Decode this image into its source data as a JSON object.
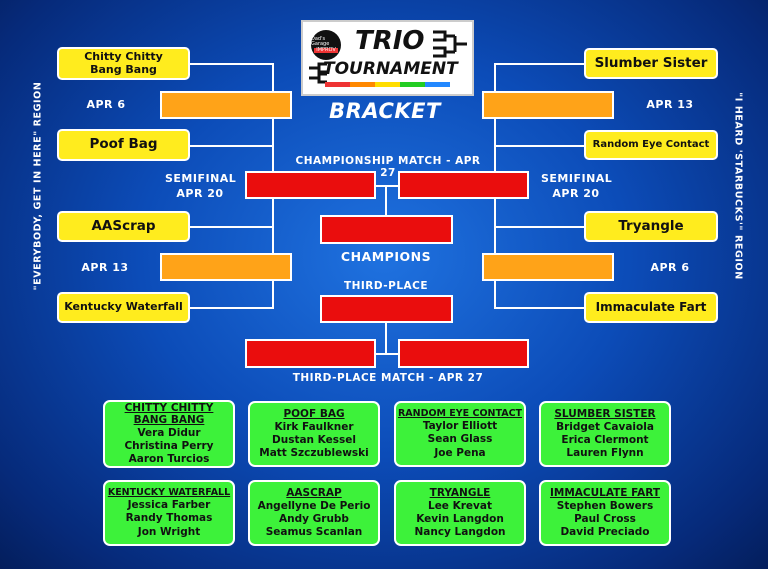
{
  "logo": {
    "line1": "TRIO",
    "line2": "TOURNAMENT",
    "badge_line1": "Dad's Garage",
    "badge_line2": "IMPROV"
  },
  "title": "BRACKET",
  "regions": {
    "left": "\"EVERYBODY, GET IN HERE\" REGION",
    "right": "\"I HEARD 'STARBUCKS'\" REGION"
  },
  "left_bracket": {
    "teams": [
      "Chitty Chitty Bang Bang",
      "Poof Bag",
      "AAScrap",
      "Kentucky Waterfall"
    ],
    "dates": [
      "APR 6",
      "APR 13"
    ]
  },
  "right_bracket": {
    "teams": [
      "Slumber Sister",
      "Random Eye Contact",
      "Tryangle",
      "Immaculate Fart"
    ],
    "dates": [
      "APR 13",
      "APR 6"
    ]
  },
  "semifinal": {
    "left": "SEMIFINAL\nAPR 20",
    "right": "SEMIFINAL\nAPR 20"
  },
  "labels": {
    "championship": "CHAMPIONSHIP MATCH - APR 27",
    "champions": "CHAMPIONS",
    "third_place": "THIRD-PLACE",
    "third_place_match": "THIRD-PLACE MATCH - APR 27"
  },
  "rosters": [
    {
      "team": "CHITTY CHITTY BANG BANG",
      "players": [
        "Vera Didur",
        "Christina Perry",
        "Aaron Turcios"
      ]
    },
    {
      "team": "POOF BAG",
      "players": [
        "Kirk Faulkner",
        "Dustan Kessel",
        "Matt Szczublewski"
      ]
    },
    {
      "team": "RANDOM EYE CONTACT",
      "players": [
        "Taylor Elliott",
        "Sean Glass",
        "Joe Pena"
      ]
    },
    {
      "team": "SLUMBER SISTER",
      "players": [
        "Bridget Cavaiola",
        "Erica Clermont",
        "Lauren Flynn"
      ]
    },
    {
      "team": "KENTUCKY WATERFALL",
      "players": [
        "Jessica Farber",
        "Randy Thomas",
        "Jon Wright"
      ]
    },
    {
      "team": "AASCRAP",
      "players": [
        "Angellyne De Perio",
        "Andy Grubb",
        "Seamus Scanlan"
      ]
    },
    {
      "team": "TRYANGLE",
      "players": [
        "Lee Krevat",
        "Kevin Langdon",
        "Nancy Langdon"
      ]
    },
    {
      "team": "IMMACULATE FART",
      "players": [
        "Stephen Bowers",
        "Paul Cross",
        "David Preciado"
      ]
    }
  ],
  "colors": {
    "team_box": "#ffec1e",
    "round1_box": "#ffa318",
    "final_box": "#ea0d0d",
    "roster_card": "#3df23a",
    "background": "#0c4cb8"
  }
}
